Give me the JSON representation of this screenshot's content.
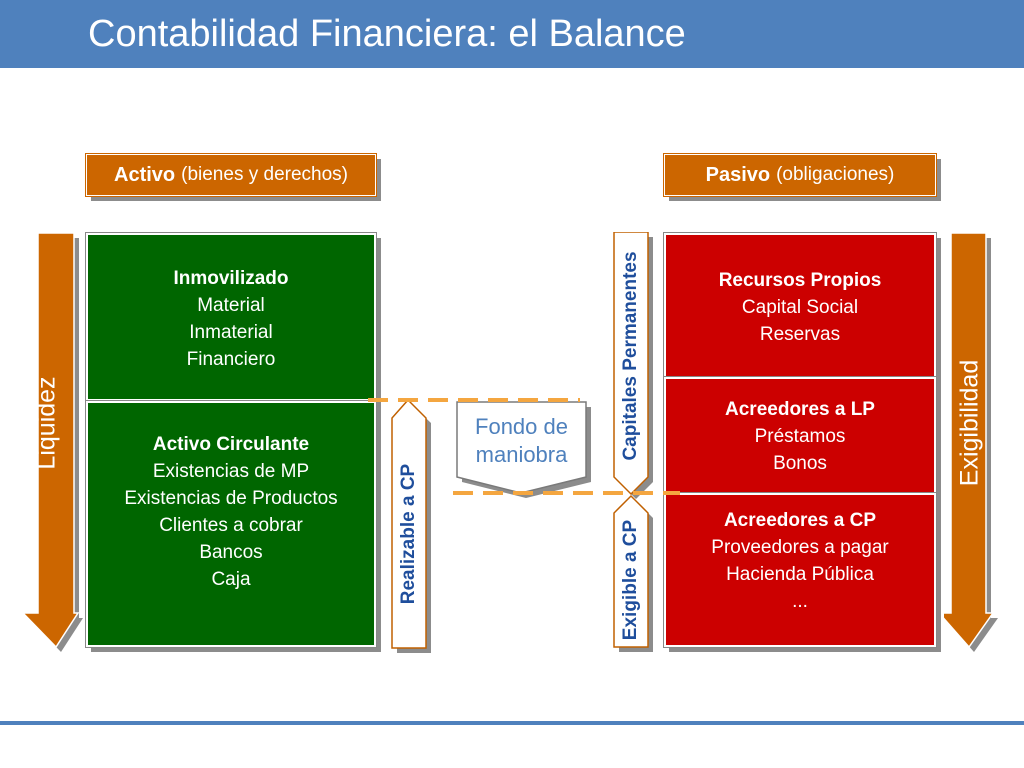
{
  "slide": {
    "title": "Contabilidad Financiera: el Balance"
  },
  "activo_header": {
    "bold": "Activo",
    "sub": "(bienes y derechos)"
  },
  "pasivo_header": {
    "bold": "Pasivo",
    "sub": "(obligaciones)"
  },
  "inmovilizado": {
    "title": "Inmovilizado",
    "items": [
      "Material",
      "Inmaterial",
      "Financiero"
    ]
  },
  "circulante": {
    "title": "Activo Circulante",
    "items": [
      "Existencias de MP",
      "Existencias de Productos",
      "Clientes a cobrar",
      "Bancos",
      "Caja"
    ]
  },
  "recursos_propios": {
    "title": "Recursos Propios",
    "items": [
      "Capital Social",
      "Reservas"
    ]
  },
  "acreedores_lp": {
    "title": "Acreedores a LP",
    "items": [
      "Préstamos",
      "Bonos"
    ]
  },
  "acreedores_cp": {
    "title": "Acreedores a CP",
    "items": [
      "Proveedores a pagar",
      "Hacienda Pública",
      "..."
    ]
  },
  "arrows": {
    "liquidez": "Liquidez",
    "exigibilidad": "Exigibilidad"
  },
  "vertical_labels": {
    "realizable": "Realizable a CP",
    "capitales": "Capitales Permanentes",
    "exigible": "Exigible a CP"
  },
  "fondo": {
    "line1": "Fondo de",
    "line2": "maniobra"
  },
  "colors": {
    "header_blue": "#4f81bd",
    "orange": "#cc6600",
    "green": "#006600",
    "red": "#cc0000",
    "label_blue": "#1f4e9c",
    "dash_orange": "#f4a640"
  }
}
